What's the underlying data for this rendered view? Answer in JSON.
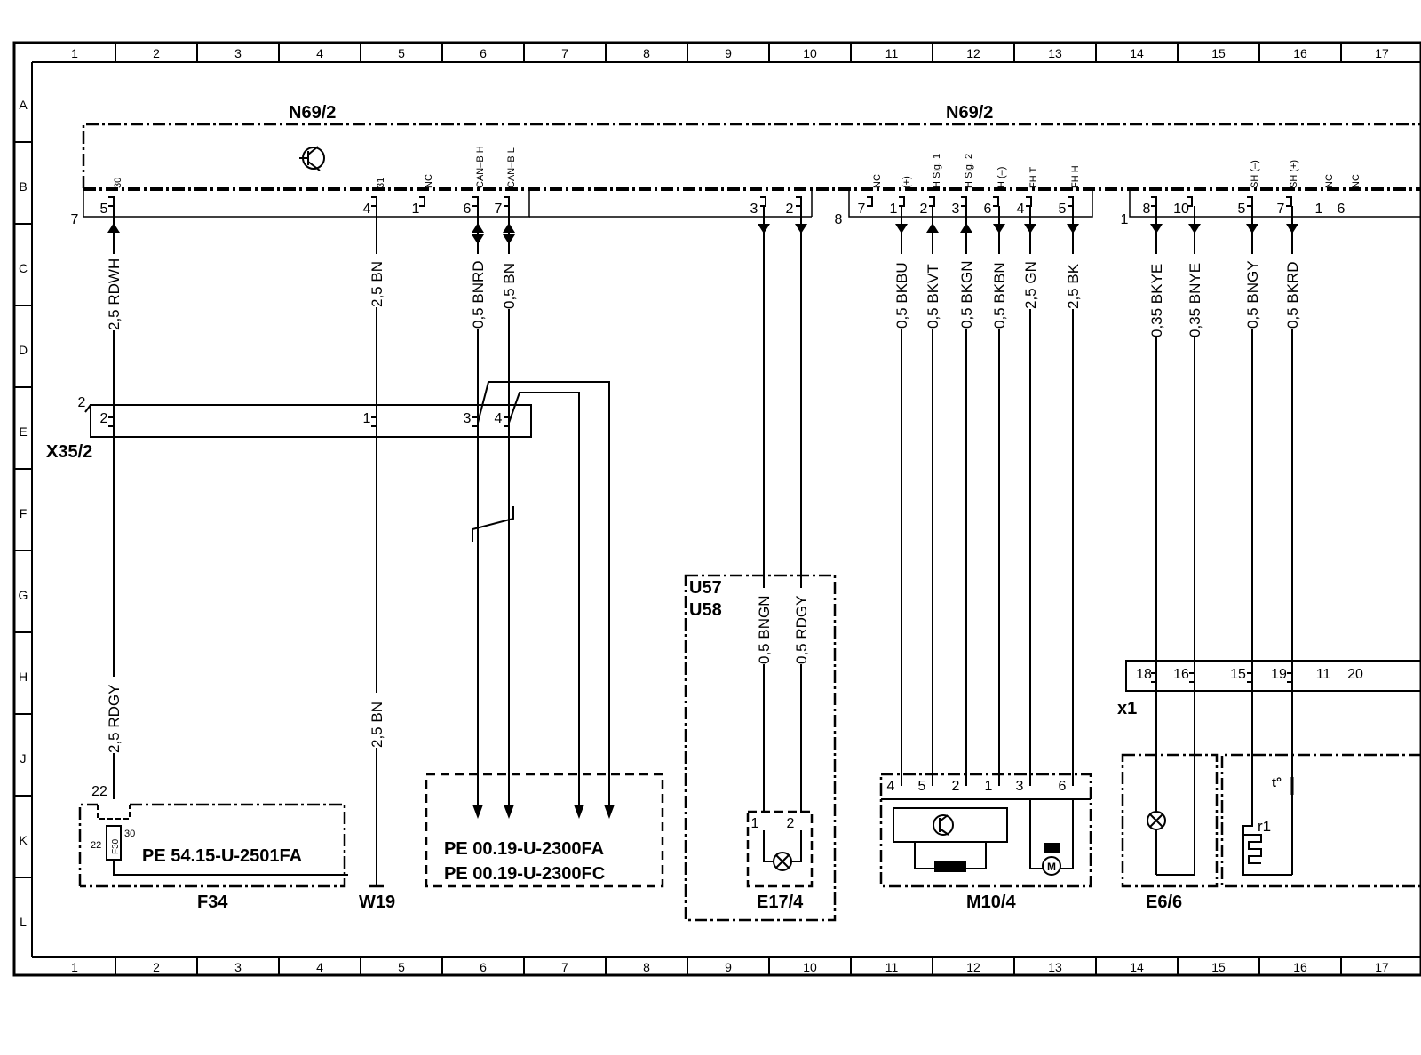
{
  "grid": {
    "columns": [
      "1",
      "2",
      "3",
      "4",
      "5",
      "6",
      "7",
      "8",
      "9",
      "10",
      "11",
      "12",
      "13",
      "14",
      "15",
      "16",
      "17"
    ],
    "rows": [
      "A",
      "B",
      "C",
      "D",
      "E",
      "F",
      "G",
      "H",
      "J",
      "K",
      "L"
    ]
  },
  "components": {
    "n69_left": "N69/2",
    "n69_right": "N69/2",
    "x35": "X35/2",
    "u57": "U57",
    "u58": "U58",
    "x1": "x1",
    "f34": "F34",
    "w19": "W19",
    "e17": "E17/4",
    "m10": "M10/4",
    "e6": "E6/6",
    "r1": "r1",
    "conn7": "7",
    "conn8": "8",
    "conn1": "1",
    "conn2": "2",
    "conn22": "22"
  },
  "n69_pins": [
    {
      "id": "p5",
      "pin": "5",
      "signal": "30"
    },
    {
      "id": "p4",
      "pin": "4",
      "signal": "31"
    },
    {
      "id": "p1",
      "pin": "1",
      "signal": "NC"
    },
    {
      "id": "p6",
      "pin": "6",
      "signal": "CAN–B H"
    },
    {
      "id": "p7",
      "pin": "7",
      "signal": "CAN–B L"
    },
    {
      "id": "p3b",
      "pin": "3",
      "signal": ""
    },
    {
      "id": "p2b",
      "pin": "2",
      "signal": ""
    },
    {
      "id": "q7",
      "pin": "7",
      "signal": "NC"
    },
    {
      "id": "q1",
      "pin": "1",
      "signal": "(+)"
    },
    {
      "id": "q2",
      "pin": "2",
      "signal": "H Sig. 1"
    },
    {
      "id": "q3",
      "pin": "3",
      "signal": "H Sig. 2"
    },
    {
      "id": "q6",
      "pin": "6",
      "signal": "H (–)"
    },
    {
      "id": "q4",
      "pin": "4",
      "signal": "FH T"
    },
    {
      "id": "q5",
      "pin": "5",
      "signal": "FH H"
    },
    {
      "id": "r8",
      "pin": "8",
      "signal": ""
    },
    {
      "id": "r10",
      "pin": "10",
      "signal": ""
    },
    {
      "id": "r5",
      "pin": "5",
      "signal": "SH (–)"
    },
    {
      "id": "r7",
      "pin": "7",
      "signal": "SH (+)"
    },
    {
      "id": "r1p",
      "pin": "1",
      "signal": "NC"
    },
    {
      "id": "r6",
      "pin": "6",
      "signal": "NC"
    }
  ],
  "wires": {
    "w_rdwh": "2,5 RDWH",
    "w_bn_top": "2,5 BN",
    "w_bnrd": "0,5 BNRD",
    "w_bn05": "0,5 BN",
    "w_bkbu": "0,5 BKBU",
    "w_bkvt": "0,5 BKVT",
    "w_bkgn": "0,5 BKGN",
    "w_bkbn": "0,5 BKBN",
    "w_gn": "2,5 GN",
    "w_bk": "2,5 BK",
    "w_bkye": "0,35 BKYE",
    "w_bnye": "0,35 BNYE",
    "w_bngy": "0,5 BNGY",
    "w_bkrd": "0,5 BKRD",
    "w_bngn": "0,5 BNGN",
    "w_rdgy05": "0,5 RDGY",
    "w_rdgy25": "2,5 RDGY",
    "w_bn_bot": "2,5 BN"
  },
  "x35_pins": [
    "2",
    "1",
    "3",
    "4"
  ],
  "x1_pins": [
    "18",
    "16",
    "15",
    "19",
    "11",
    "20"
  ],
  "m10_pins": [
    "4",
    "5",
    "2",
    "1",
    "3",
    "6"
  ],
  "e17_pins": [
    "1",
    "2"
  ],
  "f34_pins": {
    "left": "22",
    "right": "30",
    "fuse": "F30"
  },
  "refs": {
    "f34_ref": "PE 54.15-U-2501FA",
    "ref_fa": "PE 00.19-U-2300FA",
    "ref_fc": "PE 00.19-U-2300FC"
  }
}
